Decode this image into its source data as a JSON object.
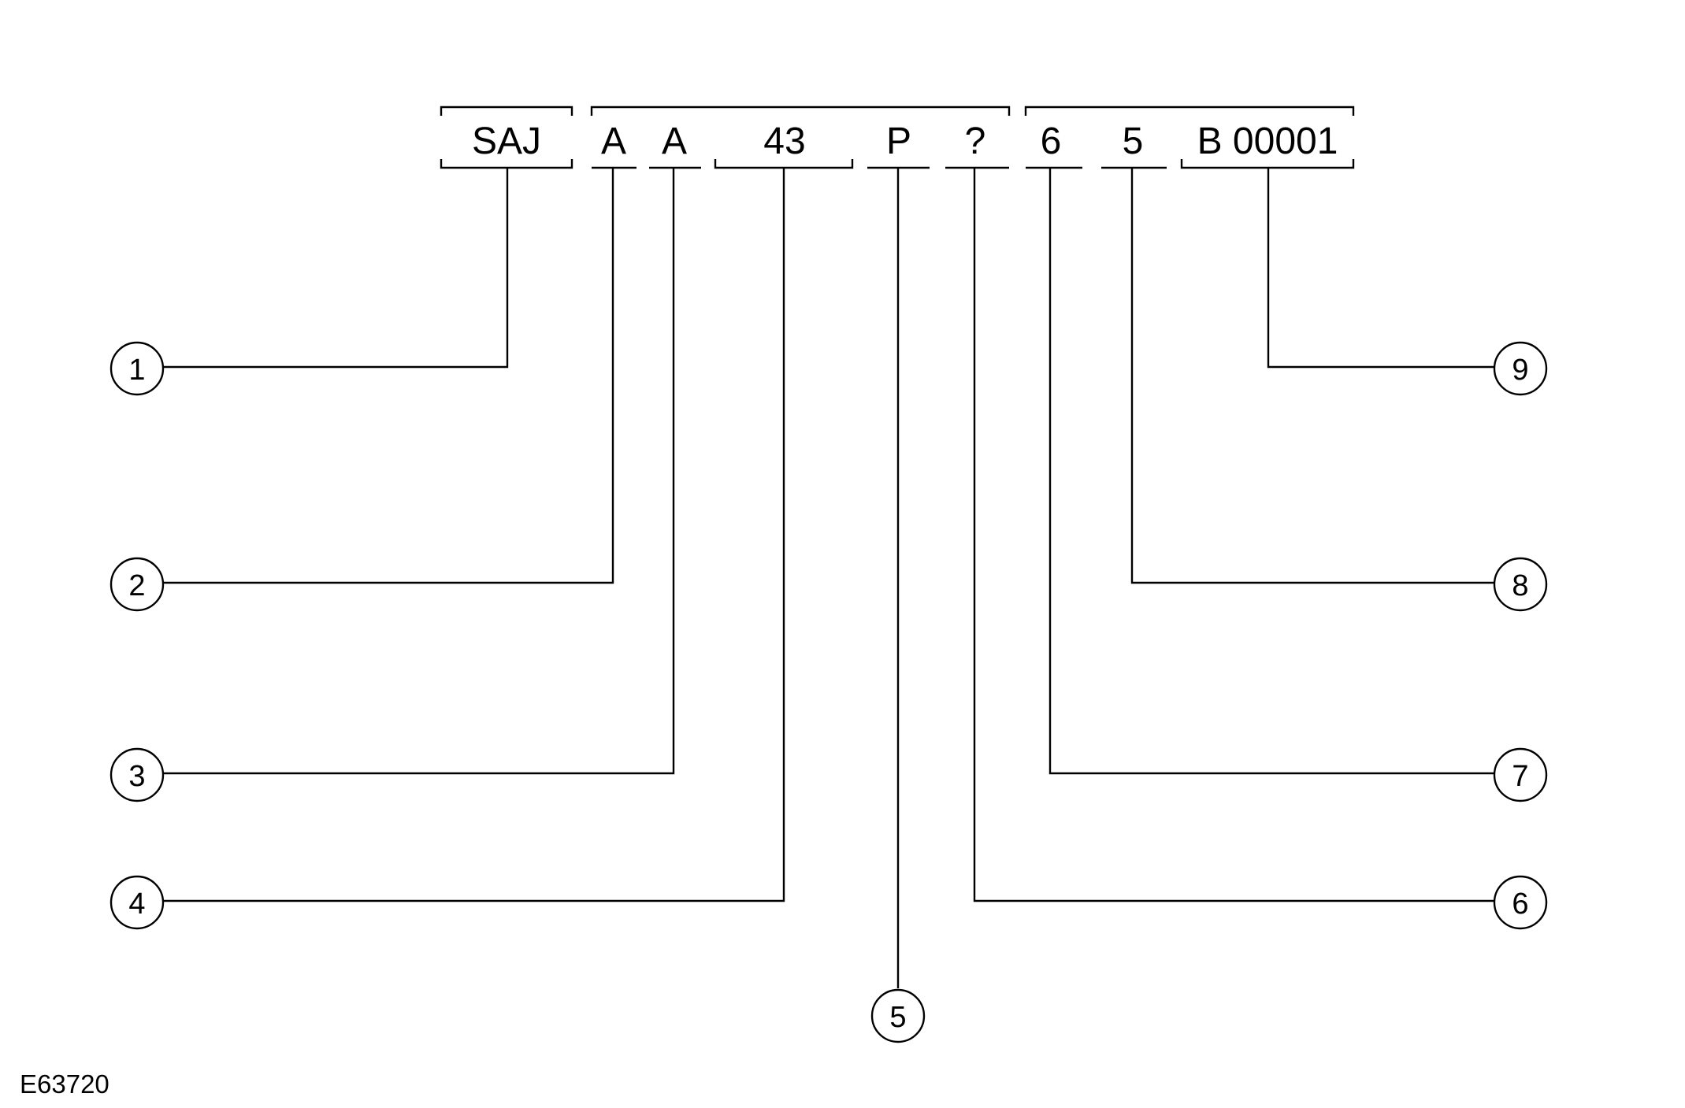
{
  "diagram": {
    "figure_id": "E63720",
    "segments": [
      {
        "text": "SAJ"
      },
      {
        "text": "A"
      },
      {
        "text": "A"
      },
      {
        "text": "43"
      },
      {
        "text": "P"
      },
      {
        "text": "?"
      },
      {
        "text": "6"
      },
      {
        "text": "5"
      },
      {
        "text": "B 00001"
      }
    ],
    "callouts": [
      {
        "number": "1",
        "segment": 0
      },
      {
        "number": "2",
        "segment": 1
      },
      {
        "number": "3",
        "segment": 2
      },
      {
        "number": "4",
        "segment": 3
      },
      {
        "number": "5",
        "segment": 4
      },
      {
        "number": "6",
        "segment": 5
      },
      {
        "number": "7",
        "segment": 6
      },
      {
        "number": "8",
        "segment": 7
      },
      {
        "number": "9",
        "segment": 8
      }
    ]
  }
}
